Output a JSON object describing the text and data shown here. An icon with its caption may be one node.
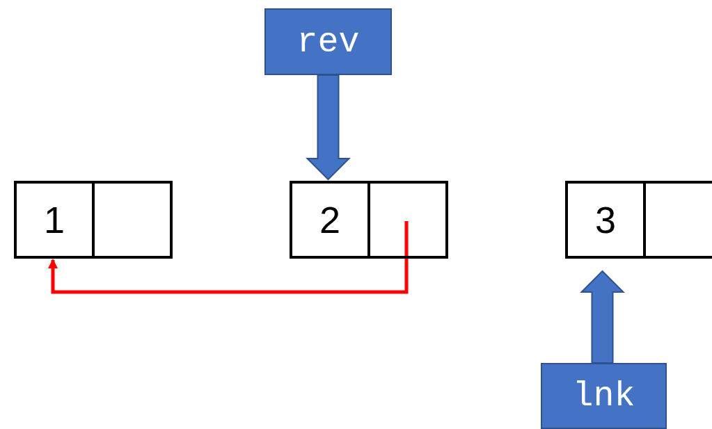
{
  "diagram": {
    "nodes": [
      {
        "text": [
          "1"
        ]
      },
      {
        "text": [],
        "shape": "box"
      },
      {
        "text": [
          "2"
        ]
      },
      {
        "text": [],
        "shape": "box"
      },
      {
        "text": [
          "3"
        ]
      },
      {
        "text": [],
        "shape": "box"
      },
      {
        "text": [
          "rev"
        ]
      },
      {
        "text": [
          "lnk"
        ]
      }
    ],
    "edges": [
      {
        "from": 6,
        "to": 2,
        "arrow": "to",
        "style": "thick",
        "color": "#4472c4"
      },
      {
        "from": 3,
        "to": 0,
        "arrow": "to",
        "color": "#ff0000"
      },
      {
        "from": 7,
        "to": 4,
        "arrow": "to",
        "style": "thick",
        "color": "#4472c4"
      }
    ]
  }
}
